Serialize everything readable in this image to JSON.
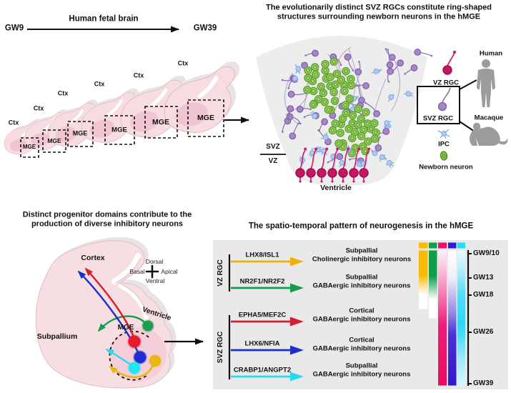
{
  "top_left": {
    "gw_start": "GW9",
    "gw_end": "GW39",
    "arrow_label": "Human fetal brain",
    "ctx_labels": [
      "Ctx",
      "Ctx",
      "Ctx",
      "Ctx",
      "Ctx",
      "Ctx"
    ],
    "mge_labels": [
      "MGE",
      "MGE",
      "MGE",
      "MGE",
      "MGE",
      "MGE"
    ]
  },
  "top_right": {
    "title_line1": "The evolutionarily distinct SVZ RGCs constitute ring-shaped",
    "title_line2": "structures surrounding newborn neurons in the hMGE",
    "zone_upper": "SVZ",
    "zone_lower": "VZ",
    "ventricle_label": "Ventricle",
    "legend": {
      "vz_rgc": "VZ RGC",
      "svz_rgc": "SVZ RGC",
      "ipc": "IPC",
      "newborn_neuron": "Newborn neuron",
      "human": "Human",
      "macaque": "Macaque"
    }
  },
  "bottom_left": {
    "title_line1": "Distinct progenitor domains contribute to the",
    "title_line2": "production of diverse inhibitory neurons",
    "cortex_label": "Cortex",
    "subpallium_label": "Subpallium",
    "ventricle_label": "Ventricle",
    "mge_label": "MGE",
    "compass": {
      "top": "Dorsal",
      "left": "Basal",
      "right": "Apical",
      "bottom": "Ventral",
      "center": "+"
    }
  },
  "bottom_right": {
    "title": "The spatio-temporal pattern of neurogenesis in the hMGE",
    "group_vz": "VZ RGC",
    "group_svz": "SVZ RGC",
    "rows": [
      {
        "gene": "LHX8/ISL1",
        "target_line1": "Subpallial",
        "target_line2": "Cholinergic inhibitory neurons",
        "color": "#EFAF0E"
      },
      {
        "gene": "NR2F1/NR2F2",
        "target_line1": "Subpallial",
        "target_line2": "GABAergic inhibitory neurons",
        "color": "#169C4B"
      },
      {
        "gene": "EPHA5/MEF2C",
        "target_line1": "Cortical",
        "target_line2": "GABAergic inhibitory neurons",
        "color": "#CF2030"
      },
      {
        "gene": "LHX6/NFIA",
        "target_line1": "Cortical",
        "target_line2": "GABAergic inhibitory neurons",
        "color": "#1E2EC8"
      },
      {
        "gene": "CRABP1/ANGPT2",
        "target_line1": "Subpallial",
        "target_line2": "GABAergic inhibitory neurons",
        "color": "#2BD9EF"
      }
    ],
    "timeline_ticks": [
      "GW9/10",
      "GW13",
      "GW18",
      "GW26",
      "GW39"
    ]
  },
  "chart_data": {
    "type": "timeline",
    "title": "The spatio-temporal pattern of neurogenesis in the hMGE",
    "x": [
      "GW9/10",
      "GW13",
      "GW18",
      "GW26",
      "GW39"
    ],
    "series": [
      {
        "name": "LHX8/ISL1 (VZ RGC)",
        "color": "#FBB900",
        "gw_start": "GW9/10",
        "gw_end": "GW18",
        "trend": "strong early, fades by GW13-18"
      },
      {
        "name": "NR2F1/NR2F2 (VZ RGC)",
        "color": "#119C4B",
        "gw_start": "GW9/10",
        "gw_end": "GW18",
        "trend": "strong early, fades by GW13-18"
      },
      {
        "name": "EPHA5/MEF2C (SVZ RGC)",
        "color": "#EE1166",
        "gw_start": "GW9/10",
        "gw_end": "GW39",
        "trend": "increases steadily to GW39"
      },
      {
        "name": "LHX6/NFIA (SVZ RGC)",
        "color": "#2B1FD6",
        "gw_start": "GW13",
        "gw_end": "GW39",
        "trend": "increases from GW13 to GW39"
      },
      {
        "name": "CRABP1/ANGPT2 (SVZ RGC)",
        "color": "#25DFF0",
        "gw_start": "GW10",
        "gw_end": "GW39",
        "trend": "peaks GW18-GW26, fades by GW39"
      }
    ],
    "legend_position": "left",
    "grid": false
  }
}
